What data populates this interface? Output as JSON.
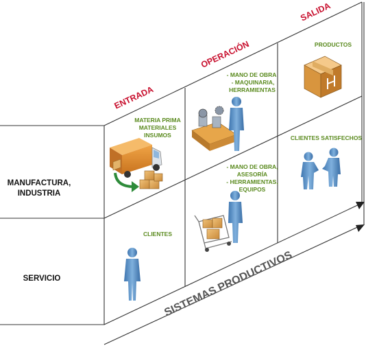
{
  "columns": {
    "entrada": "ENTRADA",
    "operacion": "OPERACIÓN",
    "salida": "SALIDA"
  },
  "rows": {
    "manufactura_line1": "MANUFACTURA,",
    "manufactura_line2": "INDUSTRIA",
    "servicio": "SERVICIO"
  },
  "manufactura": {
    "entrada_line1": "MATERIA PRIMA",
    "entrada_line2": "MATERIALES",
    "entrada_line3": "INSUMOS",
    "operacion_line1": "- MANO DE OBRA",
    "operacion_line2": "- MAQUINARIA,",
    "operacion_line3": "HERRAMIENTAS",
    "salida": "PRODUCTOS"
  },
  "servicio": {
    "entrada": "CLIENTES",
    "operacion_line1": "- MANO DE OBRA,",
    "operacion_line2": "ASESORÍA",
    "operacion_line3": "- HERRAMIENTAS,",
    "operacion_line4": "EQUIPOS",
    "salida": "CLIENTES SATISFECHOS"
  },
  "footer": "SISTEMAS PRODUCTIVOS",
  "colors": {
    "header_red": "#c8102e",
    "cell_green": "#5a8a1e",
    "row_black": "#111111",
    "footer_gray": "#555555",
    "person_blue": "#5b8fc4",
    "box_tan": "#d9a55a",
    "truck_orange": "#d98a2b",
    "arrow_green": "#2e8b3a"
  }
}
